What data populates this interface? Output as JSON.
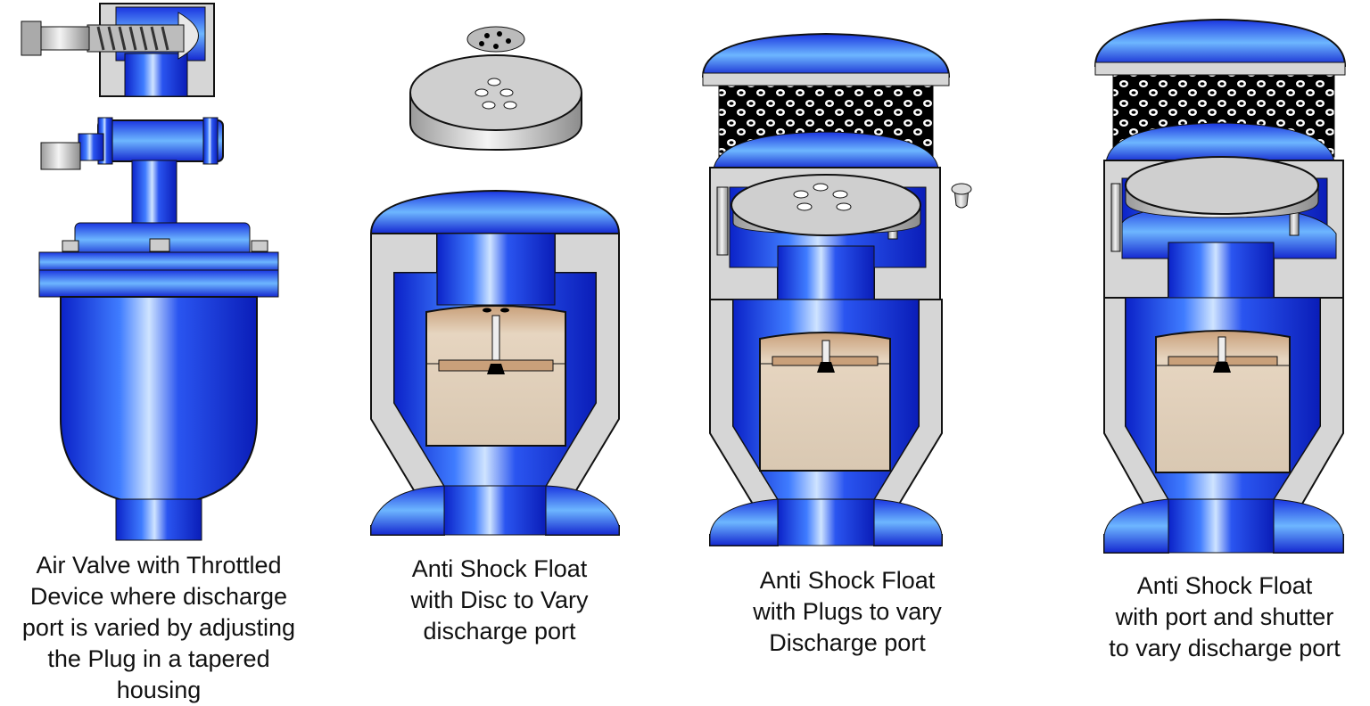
{
  "figures": [
    {
      "id": "throttled-valve",
      "caption_lines": [
        "Air Valve with Throttled",
        "Device where discharge",
        "port is varied  by adjusting",
        "the Plug in a tapered",
        "housing"
      ]
    },
    {
      "id": "disc-float",
      "caption_lines": [
        "Anti Shock Float",
        "with Disc to Vary",
        "discharge port"
      ]
    },
    {
      "id": "plugs-float",
      "caption_lines": [
        "Anti Shock Float",
        "with Plugs to vary",
        "Discharge port"
      ]
    },
    {
      "id": "shutter-float",
      "caption_lines": [
        "Anti Shock Float",
        "with port and shutter",
        "to vary discharge port"
      ]
    }
  ],
  "colors": {
    "body_blue": "#1f3fe0",
    "light_blue": "#5aa8ff",
    "metal_grey": "#d6d6d6",
    "float_tan": "#dccbb5",
    "outline": "#111111"
  }
}
